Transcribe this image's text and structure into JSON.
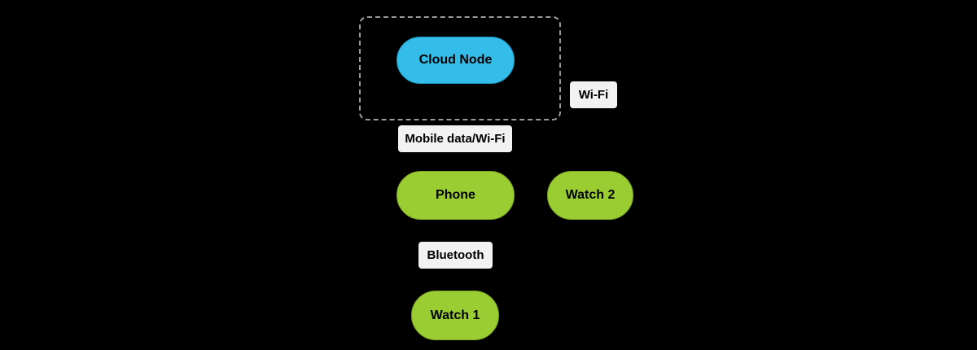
{
  "diagram": {
    "background": "#000000",
    "cluster": {
      "border_color": "#9a9a9a",
      "style": "dashed"
    },
    "nodes": {
      "cloud": {
        "label": "Cloud Node",
        "fill": "#35bde9",
        "border": "#189ac6"
      },
      "phone": {
        "label": "Phone",
        "fill": "#9acd32",
        "border": "#7fa824"
      },
      "watch2": {
        "label": "Watch 2",
        "fill": "#9acd32",
        "border": "#7fa824"
      },
      "watch1": {
        "label": "Watch 1",
        "fill": "#9acd32",
        "border": "#7fa824"
      }
    },
    "edge_labels": {
      "wifi": {
        "label": "Wi-Fi",
        "background": "#f2f2f2"
      },
      "mobile": {
        "label": "Mobile data/Wi-Fi",
        "background": "#f2f2f2"
      },
      "bluetooth": {
        "label": "Bluetooth",
        "background": "#f2f2f2"
      }
    }
  }
}
